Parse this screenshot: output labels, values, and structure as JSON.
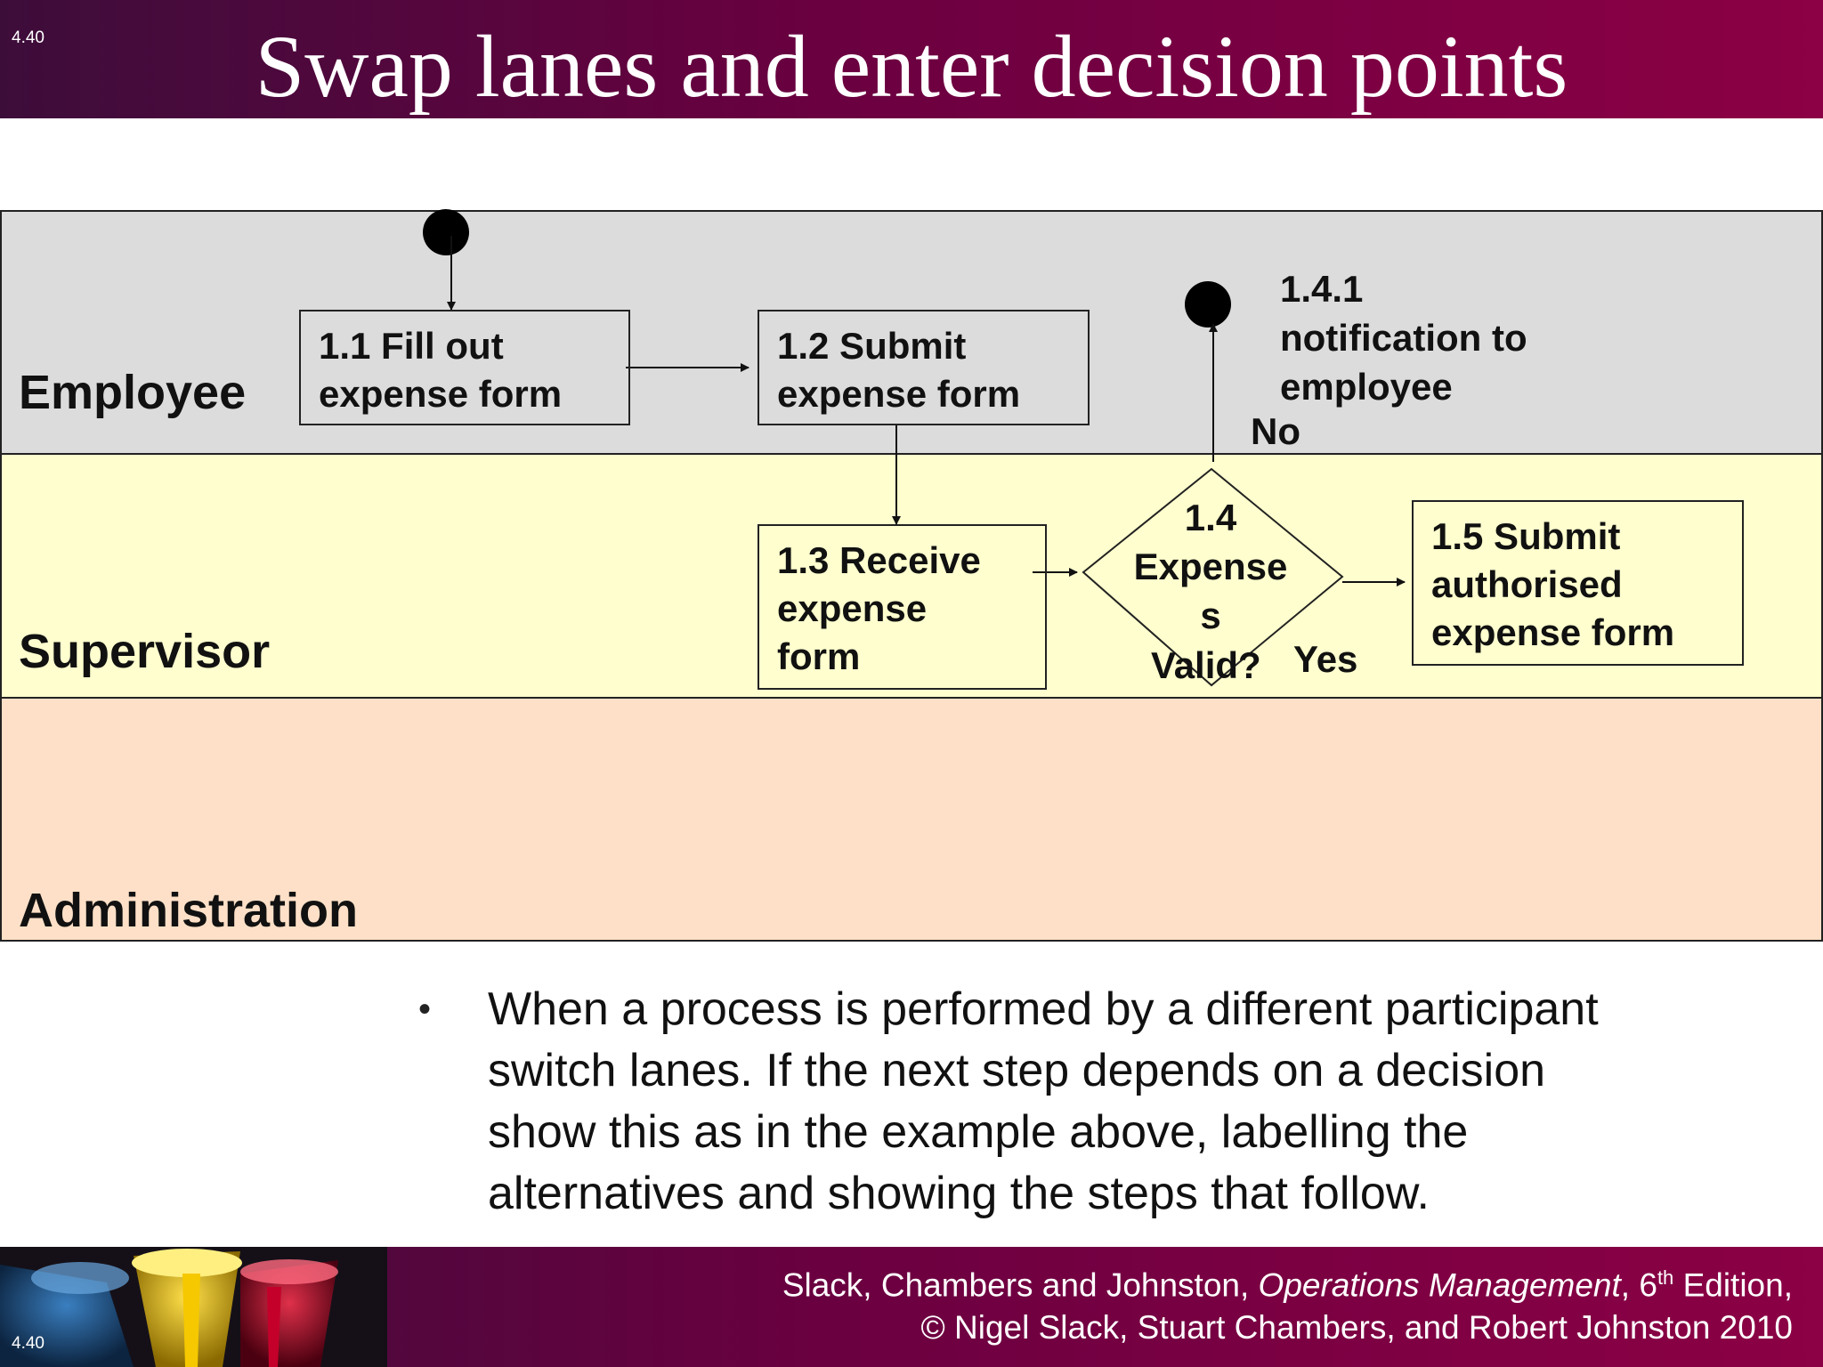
{
  "slide_number": "4.40",
  "title": "Swap lanes and enter decision points",
  "lanes": [
    {
      "label": "Employee",
      "color": "#dcdcdc"
    },
    {
      "label": "Supervisor",
      "color": "#fefece"
    },
    {
      "label": "Administration",
      "color": "#fde0c7"
    }
  ],
  "steps": {
    "s1_1": {
      "line1": "1.1 Fill out",
      "line2": "expense form"
    },
    "s1_2": {
      "line1": "1.2 Submit",
      "line2": "expense form"
    },
    "s1_3": {
      "line1": "1.3 Receive",
      "line2": "expense",
      "line3": "form"
    },
    "s1_5": {
      "line1": "1.5 Submit",
      "line2": "authorised",
      "line3": "expense form"
    }
  },
  "decision": {
    "line1": "1.4",
    "line2": "Expense",
    "line3": "s",
    "line4": "Valid?",
    "no_label": "No",
    "yes_label": "Yes"
  },
  "notification": {
    "line1": "1.4.1",
    "line2": "notification to",
    "line3": "employee"
  },
  "bullet": {
    "icon": "bullet-dot",
    "symbol": "•",
    "lines": [
      "When a process is performed by a different participant",
      "switch lanes.  If the next step depends on a decision",
      "show this as in the example above, labelling the",
      "alternatives and showing the steps that follow."
    ]
  },
  "footer": {
    "authors_prefix": "Slack, Chambers and Johnston, ",
    "book_title": "Operations Management",
    "edition_sep": ", 6",
    "edition_sup": "th",
    "edition_rest": " Edition,",
    "copyright": "© Nigel Slack, Stuart Chambers, and Robert Johnston 2010"
  },
  "footer_image_icon": "paint-cans-image"
}
